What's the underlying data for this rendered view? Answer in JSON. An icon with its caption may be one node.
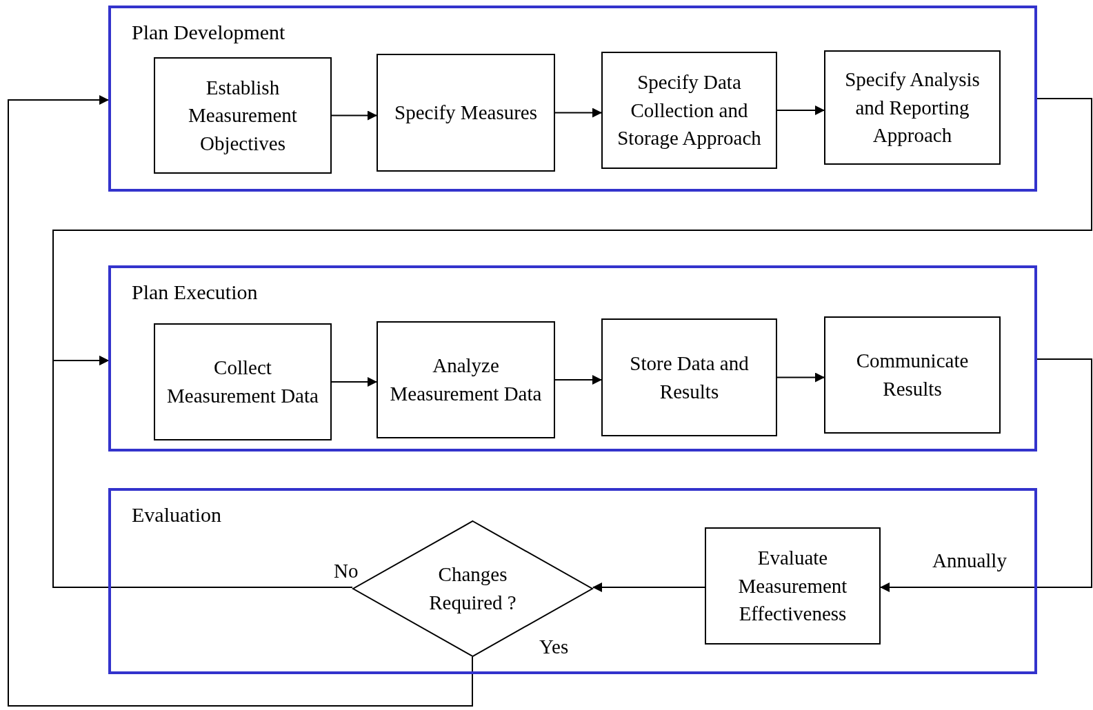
{
  "diagram": {
    "nodes": [
      {
        "text": [
          "Plan Development"
        ]
      },
      {
        "text": [
          "Establish Measurement Objectives"
        ],
        "in": 0
      },
      {
        "text": [
          "Specify Measures"
        ],
        "in": 0
      },
      {
        "text": [
          "Specify Data Collection and Storage Approach"
        ],
        "in": 0
      },
      {
        "text": [
          "Specify Analysis and Reporting Approach"
        ],
        "in": 0
      },
      {
        "text": [
          "Plan Execution"
        ]
      },
      {
        "text": [
          "Collect Measurement Data"
        ],
        "in": 5
      },
      {
        "text": [
          "Analyze Measurement Data"
        ],
        "in": 5
      },
      {
        "text": [
          "Store Data and Results"
        ],
        "in": 5
      },
      {
        "text": [
          "Communicate Results"
        ],
        "in": 5
      },
      {
        "text": [
          "Evaluation"
        ]
      },
      {
        "text": [
          "Changes Required ?"
        ],
        "in": 10
      },
      {
        "text": [
          "Evaluate Measurement Effectiveness"
        ],
        "in": 10
      }
    ],
    "edges": [
      {
        "from": 1,
        "to": 2,
        "arrow": "to"
      },
      {
        "from": 2,
        "to": 3,
        "arrow": "to"
      },
      {
        "from": 3,
        "to": 4,
        "arrow": "to"
      },
      {
        "from": 0,
        "to": 5,
        "arrow": "to"
      },
      {
        "from": 6,
        "to": 7,
        "arrow": "to"
      },
      {
        "from": 7,
        "to": 8,
        "arrow": "to"
      },
      {
        "from": 8,
        "to": 9,
        "arrow": "to"
      },
      {
        "from": 5,
        "to": 12,
        "arrow": "to",
        "label": "Annually"
      },
      {
        "from": 12,
        "to": 11,
        "arrow": "to"
      },
      {
        "from": 11,
        "to": 5,
        "arrow": "to",
        "label": "No"
      },
      {
        "from": 11,
        "to": 0,
        "arrow": "to",
        "label": "Yes"
      }
    ]
  }
}
